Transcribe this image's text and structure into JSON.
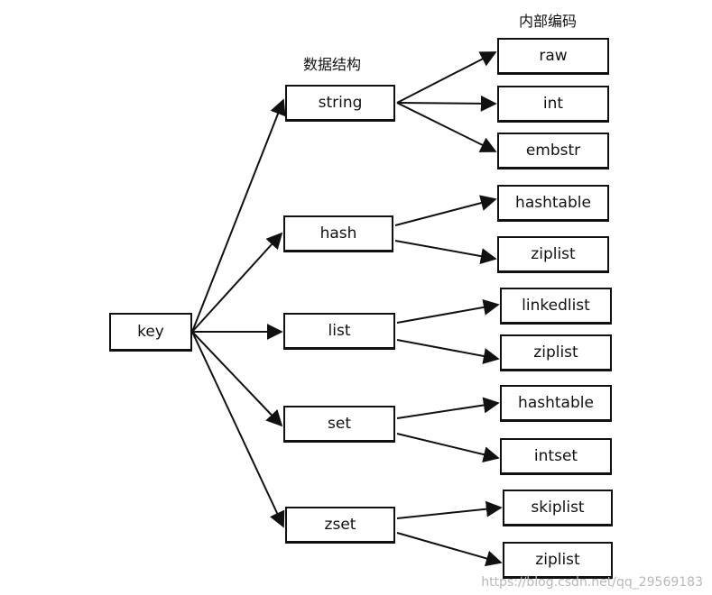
{
  "headers": {
    "structures": "数据结构",
    "encodings": "内部编码"
  },
  "nodes": {
    "key": "key",
    "string": "string",
    "hash": "hash",
    "list": "list",
    "set": "set",
    "zset": "zset",
    "raw": "raw",
    "int": "int",
    "embstr": "embstr",
    "hashtable_1": "hashtable",
    "ziplist_1": "ziplist",
    "linkedlist": "linkedlist",
    "ziplist_2": "ziplist",
    "hashtable_2": "hashtable",
    "intset": "intset",
    "skiplist": "skiplist",
    "ziplist_3": "ziplist"
  },
  "watermark": "https://blog.csdn.net/qq_29569183"
}
